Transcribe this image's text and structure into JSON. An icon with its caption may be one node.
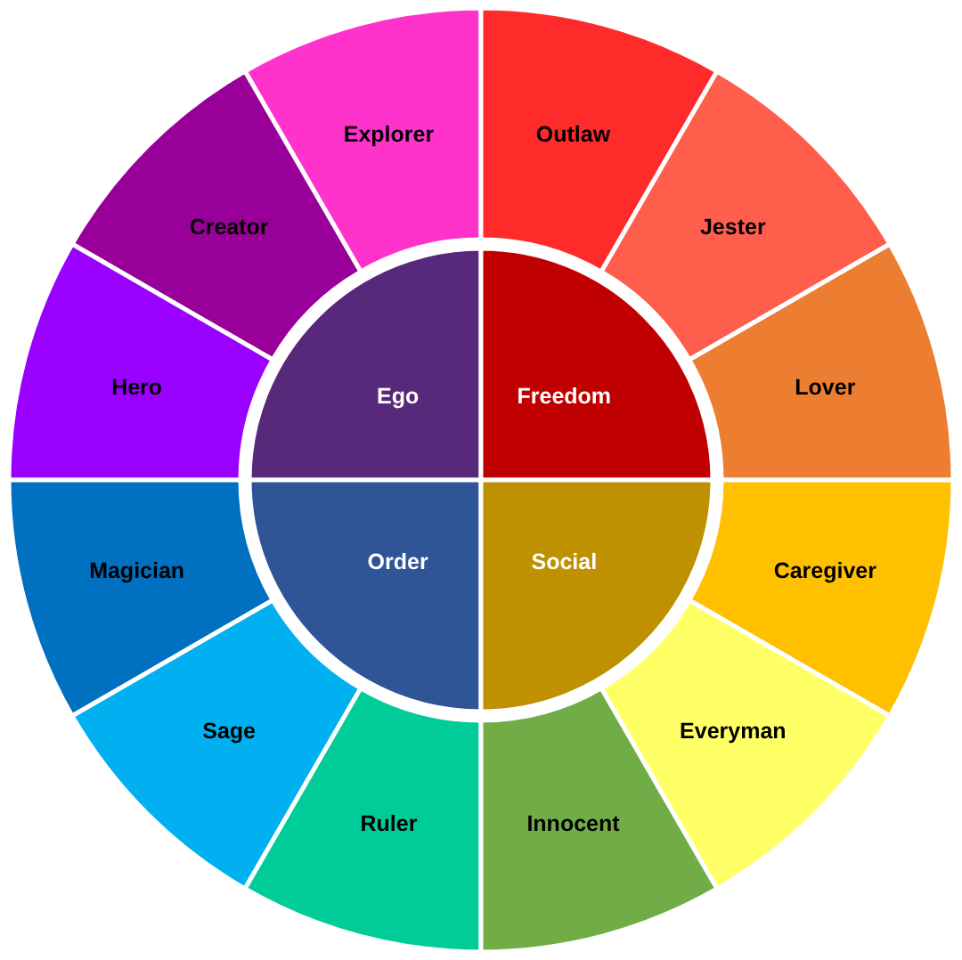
{
  "diagram": {
    "nodes": [
      {
        "text": [
          "Explorer"
        ]
      },
      {
        "text": [
          "Outlaw"
        ]
      },
      {
        "text": [
          "Creator"
        ]
      },
      {
        "text": [
          "Jester"
        ]
      },
      {
        "text": [
          "Hero"
        ]
      },
      {
        "text": [
          "Ego"
        ]
      },
      {
        "text": [
          "Freedom"
        ]
      },
      {
        "text": [
          "Lover"
        ]
      },
      {
        "text": [
          "Magician"
        ]
      },
      {
        "text": [
          "Order"
        ]
      },
      {
        "text": [
          "Social"
        ]
      },
      {
        "text": [
          "Caregiver"
        ]
      },
      {
        "text": [
          "Sage"
        ]
      },
      {
        "text": [
          "Everyman"
        ]
      },
      {
        "text": [
          "Ruler"
        ]
      },
      {
        "text": [
          "Innocent"
        ]
      }
    ]
  }
}
